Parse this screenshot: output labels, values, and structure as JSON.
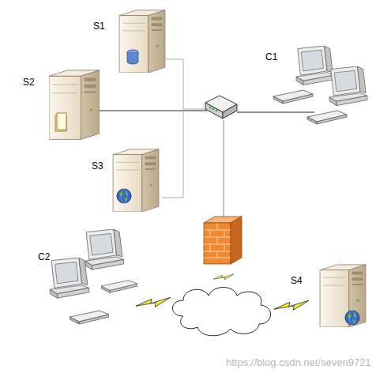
{
  "diagram": {
    "nodes": [
      {
        "text": [
          "S1"
        ]
      },
      {
        "text": [
          "C1"
        ]
      },
      {
        "text": [
          "S2"
        ]
      },
      {
        "text": [
          "S3"
        ]
      },
      {
        "text": [
          "C2"
        ]
      },
      {
        "text": [
          "S4"
        ]
      }
    ],
    "labels": [
      "https://blog.csdn.net/seven9721"
    ]
  }
}
